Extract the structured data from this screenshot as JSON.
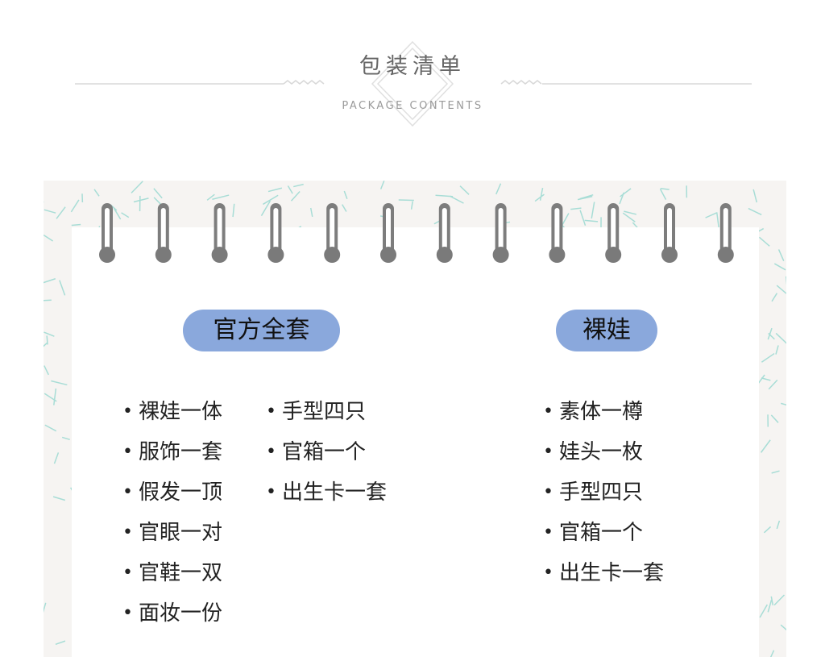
{
  "header": {
    "title": "包装清单",
    "subtitle": "PACKAGE CONTENTS"
  },
  "sections": [
    {
      "label": "官方全套",
      "columns": [
        [
          "裸娃一体",
          "服饰一套",
          "假发一顶",
          "官眼一对",
          "官鞋一双",
          "面妆一份"
        ],
        [
          "手型四只",
          "官箱一个",
          "出生卡一套"
        ]
      ]
    },
    {
      "label": "裸娃",
      "columns": [
        [
          "素体一樽",
          "娃头一枚",
          "手型四只",
          "官箱一个",
          "出生卡一套"
        ]
      ]
    }
  ],
  "colors": {
    "pill": "#8aa8dc",
    "card_bg": "#f6f4f2",
    "confetti": "#a8ddd6",
    "ring": "#7a7a7a"
  }
}
